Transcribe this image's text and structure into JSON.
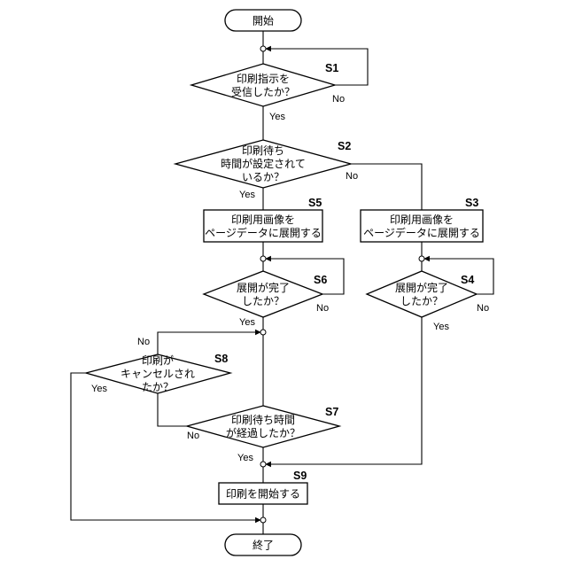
{
  "terminals": {
    "start": "開始",
    "end": "終了"
  },
  "decisions": {
    "s1": [
      "印刷指示を",
      "受信したか？"
    ],
    "s2": [
      "印刷待ち",
      "時間が設定されて",
      "いるか？"
    ],
    "s6": [
      "展開が完了",
      "したか？"
    ],
    "s4": [
      "展開が完了",
      "したか？"
    ],
    "s8": [
      "印刷が",
      "キャンセルされ",
      "たか？"
    ],
    "s7": [
      "印刷待ち時間",
      "が経過したか？"
    ]
  },
  "processes": {
    "s5": [
      "印刷用画像を",
      "ページデータに展開する"
    ],
    "s3": [
      "印刷用画像を",
      "ページデータに展開する"
    ],
    "s9": [
      "印刷を開始する"
    ]
  },
  "step_labels": {
    "s1": "S1",
    "s2": "S2",
    "s3": "S3",
    "s4": "S4",
    "s5": "S5",
    "s6": "S6",
    "s7": "S7",
    "s8": "S8",
    "s9": "S9"
  },
  "branch_labels": {
    "s1_yes": "Yes",
    "s1_no": "No",
    "s2_yes": "Yes",
    "s2_no": "No",
    "s6_yes": "Yes",
    "s6_no": "No",
    "s4_yes": "Yes",
    "s4_no": "No",
    "s8_yes": "Yes",
    "s8_no": "No",
    "s7_yes": "Yes",
    "s7_no": "No"
  }
}
